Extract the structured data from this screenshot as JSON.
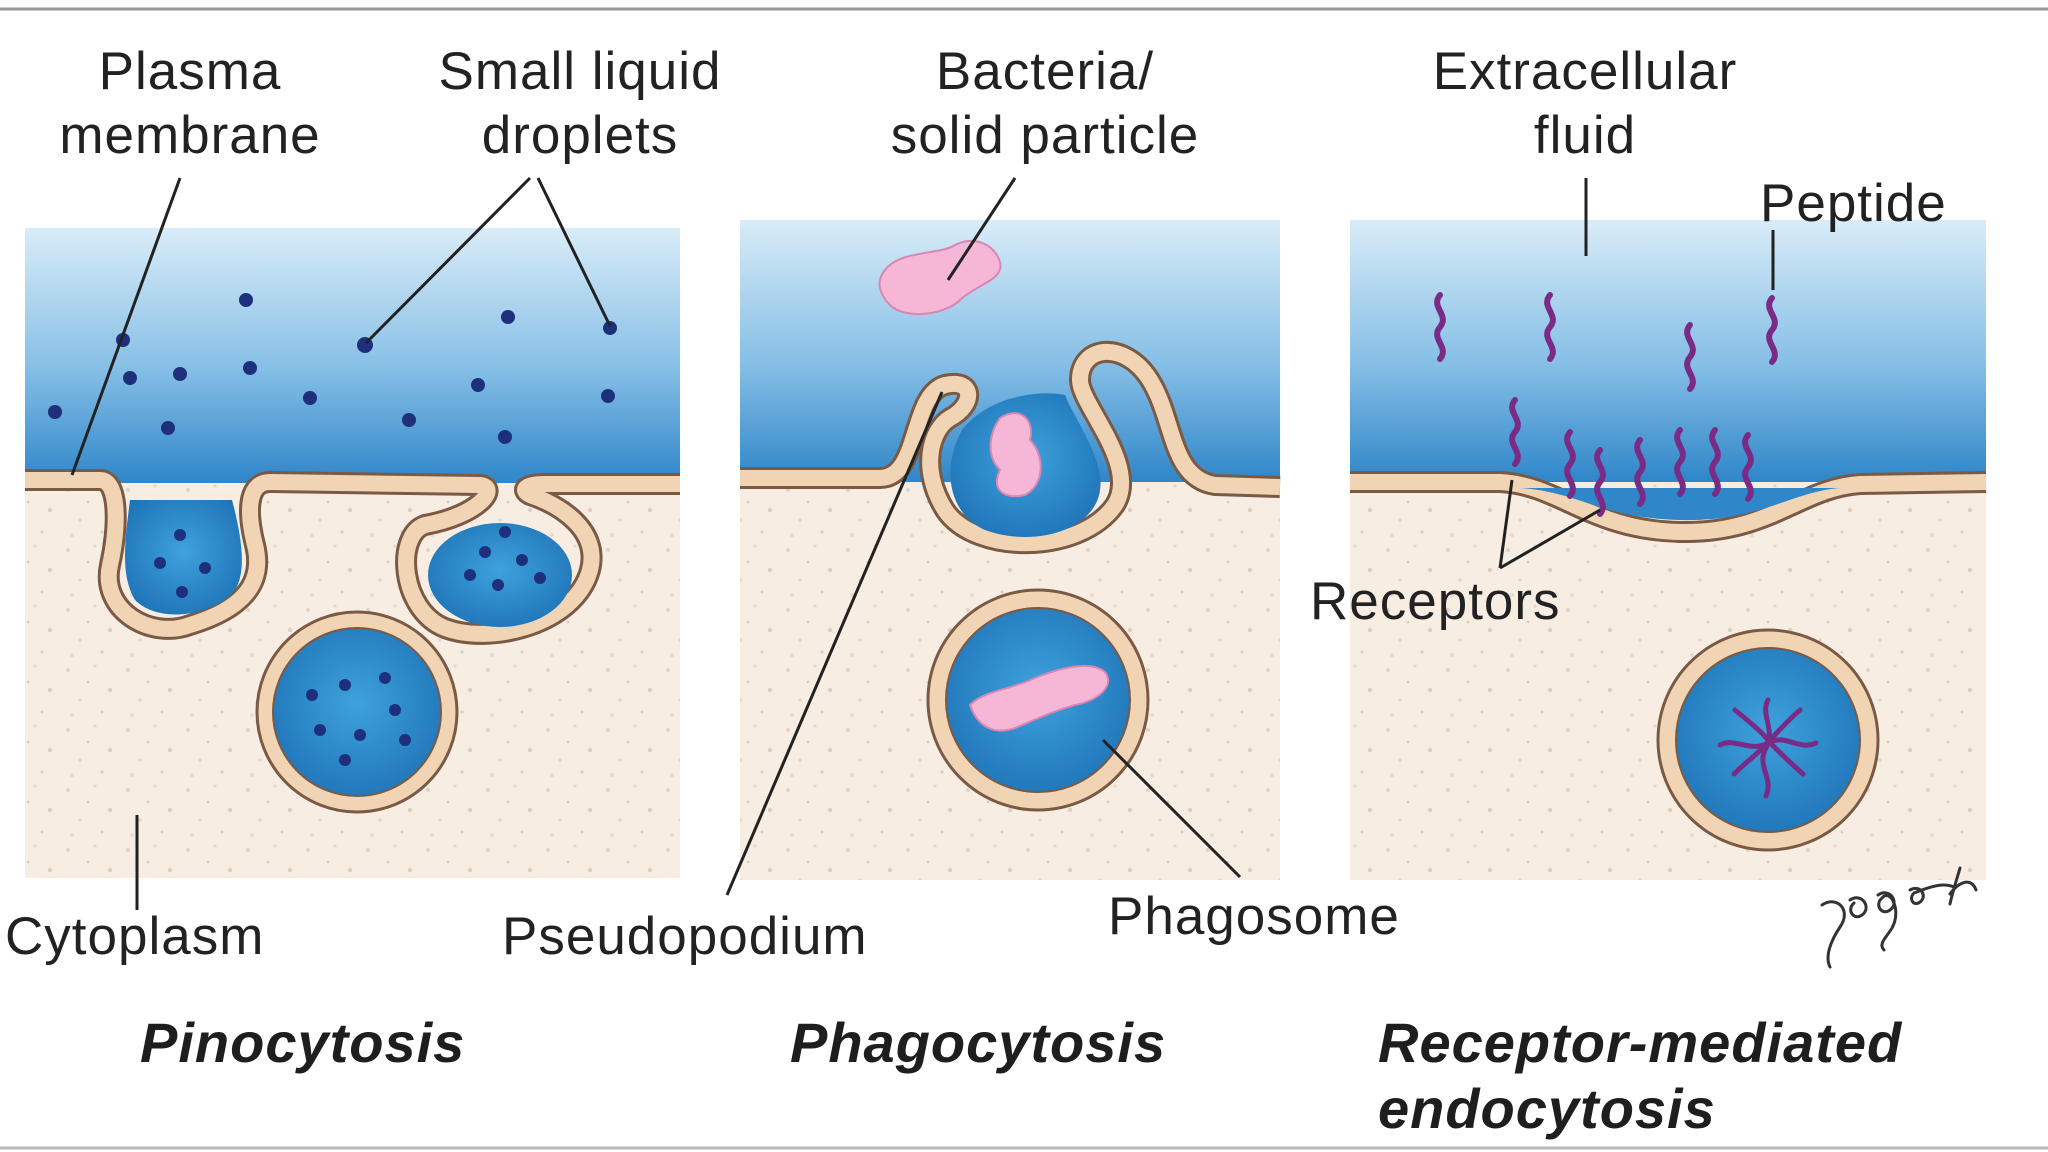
{
  "colors": {
    "fluid_top": "#cfe6f6",
    "fluid_bottom": "#2f86c9",
    "cytoplasm": "#f6ece2",
    "membrane_fill": "#f1d4b4",
    "membrane_stroke": "#7a5a44",
    "droplet": "#1e2f7c",
    "vesicle_fill": "#2f8fd0",
    "particle": "#f6b7d6",
    "peptide": "#7a2b86"
  },
  "labels": {
    "plasma_membrane": [
      "Plasma",
      "membrane"
    ],
    "small_liquid_droplets": [
      "Small liquid",
      "droplets"
    ],
    "bacteria_solid_particle": [
      "Bacteria/",
      "solid particle"
    ],
    "extracellular_fluid": [
      "Extracellular",
      "fluid"
    ],
    "peptide": "Peptide",
    "receptors": "Receptors",
    "cytoplasm": "Cytoplasm",
    "pseudopodium": "Pseudopodium",
    "phagosome": "Phagosome"
  },
  "titles": {
    "pinocytosis": "Pinocytosis",
    "phagocytosis": "Phagocytosis",
    "receptor_mediated": [
      "Receptor-mediated",
      "endocytosis"
    ]
  },
  "signature": "yogesh"
}
